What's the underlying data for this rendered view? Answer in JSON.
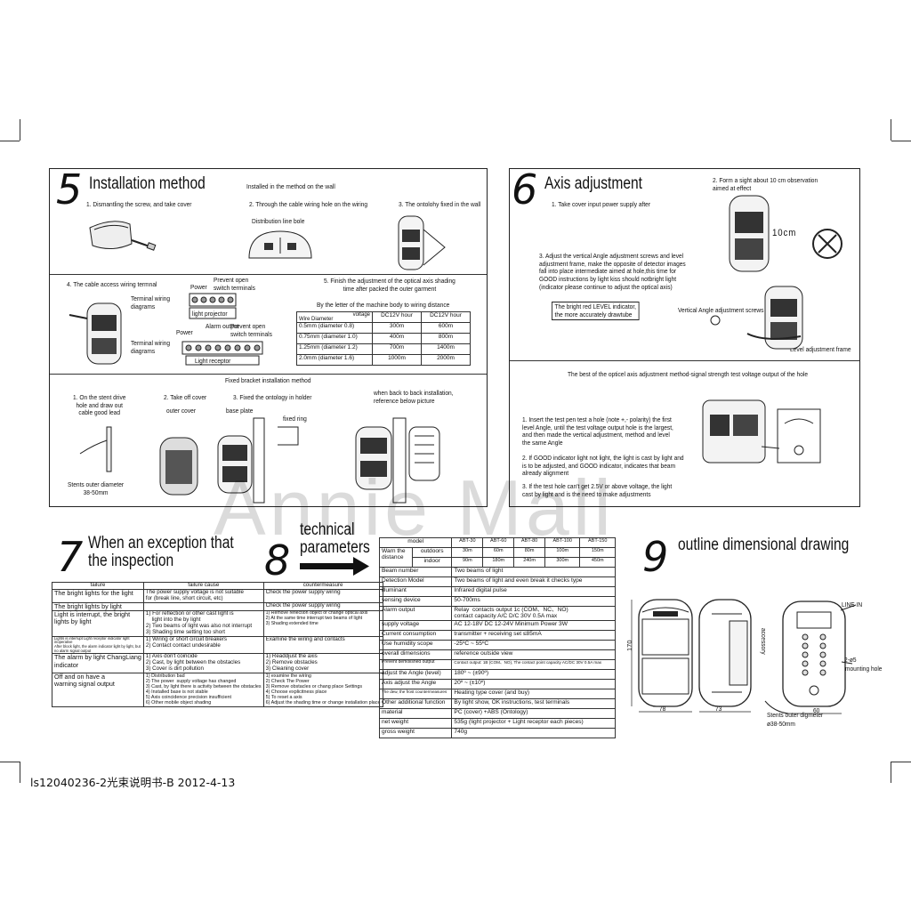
{
  "footer": {
    "text": "ls12040236-2光束说明书-B  2012-4-13"
  },
  "watermark": "Annie Mall",
  "install": {
    "num": "5",
    "title": "Installation method",
    "subtitle": "Installed in the method on the wall",
    "step1": "1. Dismantling the screw, and take cover",
    "step2": "2. Through the cable wiring hole on the wiring",
    "line_hole": "Distribution line bole",
    "step3": "3. The ontolohy fixed in the wall",
    "step4": "4. The cable access wiring termnal",
    "tw1": "Terminal wiring\ndiagrams",
    "tw2": "Terminal wiring\ndiagrams",
    "power1": "Power",
    "prevent1": "Prevent open\nswitch terminals",
    "projector": "light projector",
    "alarm_out": "Alarm output",
    "power2": "Power",
    "prevent2": "Prevent open\nswitch terminals",
    "receptor": "Light receptor",
    "step5": "5. Finish the adjustment of the optical axis shading\ntime after packed the outer garment",
    "bythe": "By the letter of the machine body to wiring distance",
    "wire_header": [
      "Wire Diameter",
      "voltage",
      "DC12V hour",
      "DC12V hour"
    ],
    "wire_rows": [
      [
        "0.5mm  (diameter 0.8)",
        "300m",
        "600m"
      ],
      [
        "0.75mm  (diameter 1.0)",
        "400m",
        "800m"
      ],
      [
        "1.25mm  (diameter 1.2)",
        "700m",
        "1400m"
      ],
      [
        "2.0mm  (diameter 1.6)",
        "1000m",
        "2000m"
      ]
    ],
    "bracket_title": "Fixed bracket installation method",
    "b1": "1. On the stent drive\nhole and draw out\ncable good lead",
    "b2": "2. Take off cover",
    "outer_cover": "outer cover",
    "b3": "3. Fixed the ontology in holder",
    "base_plate": "base plate",
    "fixed_ring": "fixed ring",
    "backtoback": "when back to back installation,\nreference below picture",
    "stents": "Stents outer diameter\n38-50mm"
  },
  "axis": {
    "num": "6",
    "title": "Axis adjustment",
    "s1": "1. Take cover input power supply after",
    "s2": "2. Form a sight about 10 cm observation\naimed at effect",
    "tencm": "10cm",
    "s3": "3. Adjust the vertical Angle adjustment screws and level\nadjustment frame, make the opposite of detector images\nfall into place intermediate aimed at hole,this time for\nGOOD instructions by light kiss should notbright light\n(indicator please continue to adjust the optical axis)",
    "box": "The bright red LEVEL indicator,\nthe more accurately drawtube",
    "vertical": "Vertical Angle adjustment screws",
    "level": "Level  adjustment frame",
    "best": "The best of the opticel axis adjustment method-signal strength test voltage output of the hole",
    "p1": "1. Insert the test pen test a hole (note +,- polarity) the first\nlevel Angle, until the test voltage output hole is the largest,\nand then made the vertical adjustment, method and level\nthe same Angle",
    "p2": "2. If GOOD indicator light not light, the light is cast by light and\nis to be adjusted, and GOOD indicator, indicates that beam\nalready alignment",
    "p3": "3. If the test hole can't get 2.5V or above voltage, the light\ncast by light and is the need to make adjustments"
  },
  "exception": {
    "num": "7",
    "title": "When an exception that\nthe inspection",
    "headers": [
      "failure",
      "failure cause",
      "countermeasure"
    ],
    "rows": [
      [
        "The bright lights for the light",
        "The power supply voltage is not suitable\nfor (break line, short circuit, etc)",
        "Check the power supply wiring"
      ],
      [
        "The bright lights by light",
        "",
        "Check the power supply wiring"
      ],
      [
        "Light is interrupt, the bright\nlights by light",
        "1) For reflection or other cast light is\n    light into the by light\n2) Two beams of light was also not interrupt\n3) Shading time setting too short",
        "1) Remove reflection object or change optical axis\n2) At the same time interrupt two beams of light\n3) Shading extended time"
      ],
      [
        "Lights is interrupt Light receptor indicator light inoperative\nAfter block light, the alarm indicator light by light, but no alarm signal output",
        "1) Wiring or short circuit breakers\n2) Contact contact undesirable",
        "Examine the wiring and contacts"
      ],
      [
        "The alarm by light ChangLiang\nindicator",
        "1) Axis don't coincide\n2) Cast, by light between the obstacles\n3) Cover is dirt pollution",
        "1) Readdjust the axis\n2) Remove obstacles\n3) Cleaning cover"
      ],
      [
        "Off and on have a\nwarning signal output",
        "1) Distribution bad\n2) The power  supply voltage has changed\n3) Cast, by light there is activity between the obstacles\n4) Installed base is not stable\n5) Axis coincidence precision insufficient\n6) Other mobile object shading",
        "1) examine the wiring\n2) Check The Power\n3) Remove obstacles or chang place Settings\n4) Choose explicitness place\n5) To reset a axis\n6) Adjust the shading time or change installation place"
      ]
    ]
  },
  "params": {
    "num": "8",
    "title": "technical\nparameters",
    "model_label": "model",
    "models": [
      "ABT-30",
      "ABT-60",
      "ABT-80",
      "ABT-100",
      "ABT-150"
    ],
    "warn_label": "Warn the\ndistance",
    "outdoors_label": "outdoors",
    "indoor_label": "indoor",
    "outdoors": [
      "30m",
      "60m",
      "80m",
      "100m",
      "150m"
    ],
    "indoor": [
      "90m",
      "180m",
      "240m",
      "300m",
      "450m"
    ],
    "rows": [
      [
        "Beam number",
        "Two beams of light"
      ],
      [
        "Detection Model",
        "Two beams of light and even break it  checks type"
      ],
      [
        "illuminant",
        "Infrared digital pulse"
      ],
      [
        "sensing device",
        "50-700ms"
      ],
      [
        "Alarm output",
        "Relay  contacts output 1c (COM、NC、NO)\ncontact capacity A/C D/C 30V 0.5A max"
      ],
      [
        "supply voltage",
        "AC 12-18V DC 12-24V Minimum Power 3W"
      ],
      [
        "Current consumption",
        "transmitter + receiving set ≤85mA"
      ],
      [
        "Use humidity scope",
        "-25ºC ~ 55ºC"
      ],
      [
        "overall dimensions",
        "reference outside view"
      ],
      [
        "Prevent demolished output",
        "Contact output: 1B (COM、NO), The contact point capacity AC/DC 30V 0.5A max"
      ],
      [
        "adjust the Angle (level)",
        "180º ~ (±90º)"
      ],
      [
        "Axis adjust the Angle",
        "20º ~ (±10º)"
      ],
      [
        "The dew, the frost countermeasures",
        "Heating type cover (and buy)"
      ],
      [
        "Other additional function",
        "By light show, OK instructions, test terminals"
      ],
      [
        "material",
        "PC (cover) +ABS (Ontology)"
      ],
      [
        "net weight",
        "535g (light projector + Light receptor each pieces)"
      ],
      [
        "gross weight",
        "740g"
      ]
    ]
  },
  "outline": {
    "num": "9",
    "title": "outline dimensional drawing",
    "dim170": "170",
    "dim78": "78",
    "dim73": "73",
    "dim60": "60",
    "line_in": "LINE IN",
    "accessory": "accessory",
    "phi5": "2-ø5",
    "mounting": "mounting hole",
    "stents": "Stents outer digmeter",
    "stents_dim": "ø38-50mm"
  }
}
